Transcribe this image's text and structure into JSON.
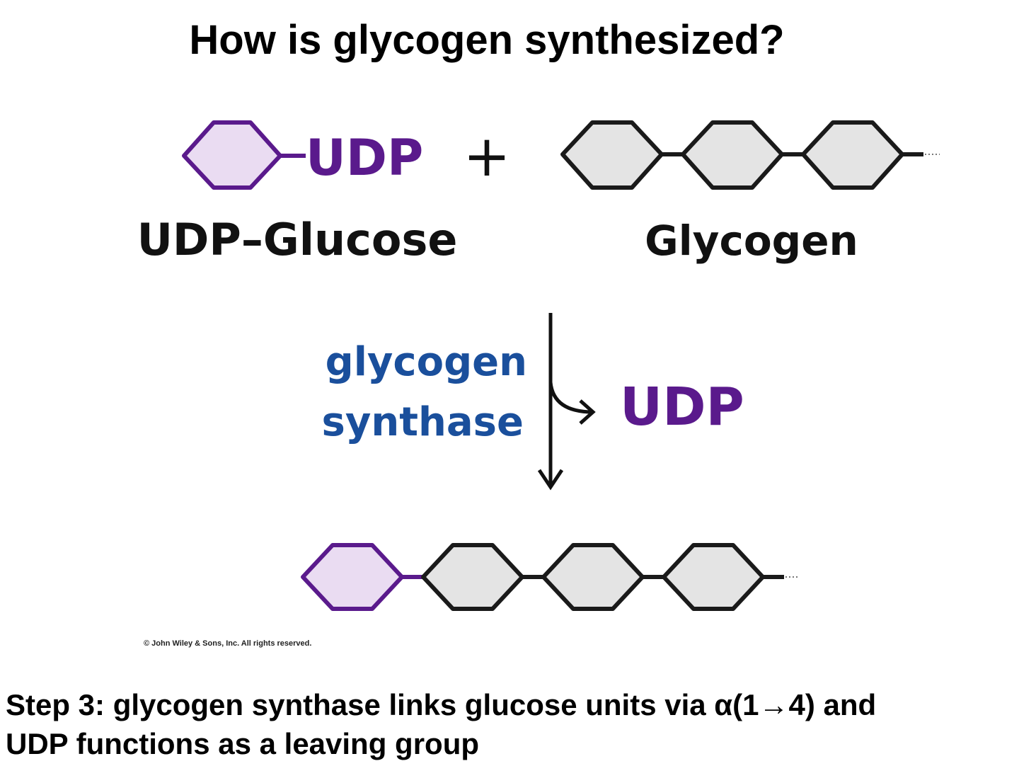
{
  "title": "How is glycogen synthesized?",
  "reactants": {
    "udp_glucose": {
      "attached_label": "UDP",
      "name": "UDP–Glucose"
    },
    "plus_sign": "+",
    "glycogen": {
      "name": "Glycogen"
    }
  },
  "reaction": {
    "enzyme_line1": "glycogen",
    "enzyme_line2": "synthase",
    "byproduct": "UDP"
  },
  "copyright": "© John Wiley & Sons, Inc. All rights reserved.",
  "caption": {
    "line1": "Step 3: glycogen synthase links glucose units via α(1→4) and",
    "line2": "UDP functions as a leaving group"
  },
  "colors": {
    "udp_purple": "#5a1a8c",
    "glucose_fill": "#eadcf2",
    "glycogen_fill": "#e4e4e4",
    "enzyme_blue": "#1a4f9c",
    "outline_black": "#1a1a1a"
  }
}
